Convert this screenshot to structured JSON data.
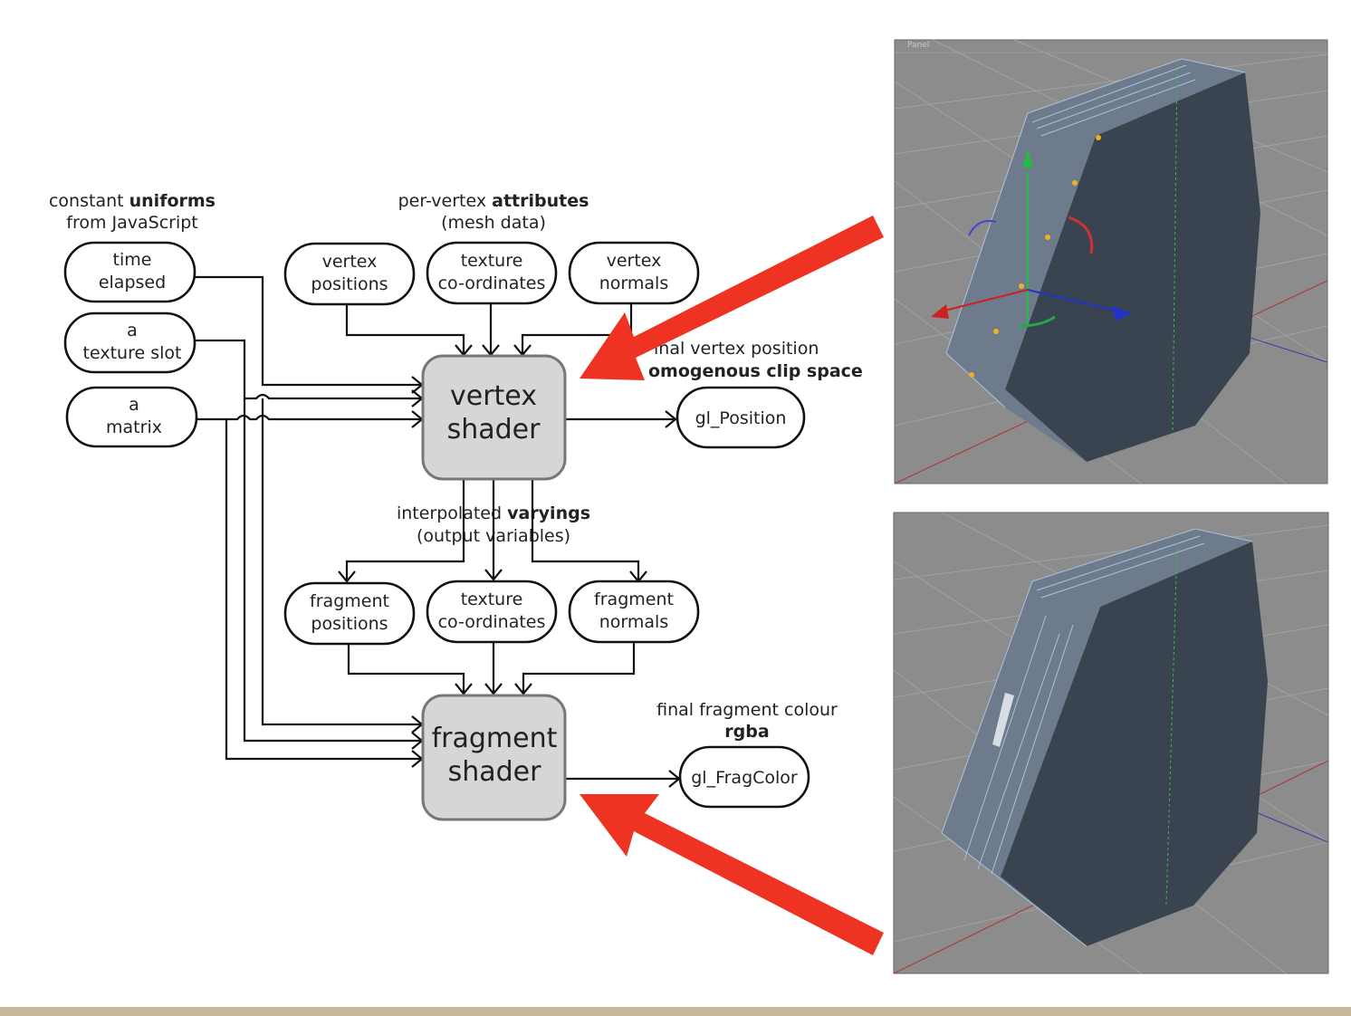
{
  "groups": {
    "uniforms": {
      "line1_plain": "constant ",
      "line1_bold": "uniforms",
      "line2": "from JavaScript"
    },
    "attributes": {
      "line1_plain": "per-vertex ",
      "line1_bold": "attributes",
      "line2": "(mesh data)"
    },
    "varyings": {
      "line1_plain": "interpolated ",
      "line1_bold": "varyings",
      "line2": "(output variables)"
    },
    "vertex_out": {
      "line1": "inal vertex position",
      "line2_bold": "omogenous clip space"
    },
    "fragment_out": {
      "line1": "final fragment colour",
      "line2_bold": "rgba"
    }
  },
  "uniform_nodes": [
    {
      "l1": "time",
      "l2": "elapsed"
    },
    {
      "l1": "a",
      "l2": "texture slot"
    },
    {
      "l1": "a",
      "l2": "matrix"
    }
  ],
  "attribute_nodes": [
    {
      "l1": "vertex",
      "l2": "positions"
    },
    {
      "l1": "texture",
      "l2": "co-ordinates"
    },
    {
      "l1": "vertex",
      "l2": "normals"
    }
  ],
  "varying_nodes": [
    {
      "l1": "fragment",
      "l2": "positions"
    },
    {
      "l1": "texture",
      "l2": "co-ordinates"
    },
    {
      "l1": "fragment",
      "l2": "normals"
    }
  ],
  "shaders": {
    "vertex": {
      "l1": "vertex",
      "l2": "shader"
    },
    "fragment": {
      "l1": "fragment",
      "l2": "shader"
    }
  },
  "outputs": {
    "position": "gl_Position",
    "frag_color": "gl_FragColor"
  },
  "viewport_top": {
    "panel_label": "Panel"
  },
  "colors": {
    "highlight_arrow": "#ee3322",
    "shader_fill": "#d6d6d6",
    "viewport_bg": "#8c8c8c",
    "mesh_face": "#3a4450",
    "mesh_wire": "#a9c3dc"
  }
}
